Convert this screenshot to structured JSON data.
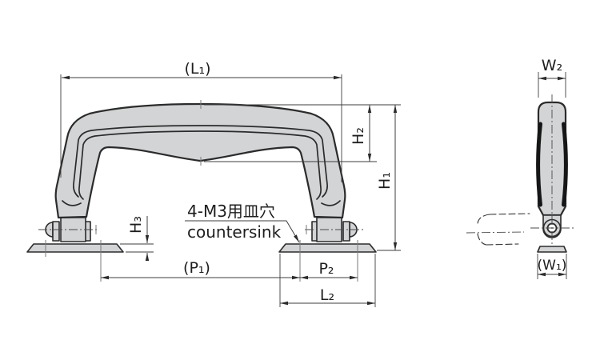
{
  "drawing": {
    "labels": {
      "l1": "(L₁)",
      "w2": "W₂",
      "h2": "H₂",
      "h1": "H₁",
      "h3": "H₃",
      "p1": "(P₁)",
      "p2": "P₂",
      "l2": "L₂",
      "w1": "(W₁)"
    },
    "note": {
      "jp": "4-M3用皿穴",
      "en": "countersink"
    },
    "colors": {
      "body_fill": "#d3d4d6",
      "outline": "#2b2b2b",
      "dimension": "#3d3d3d",
      "background": "#ffffff"
    }
  }
}
